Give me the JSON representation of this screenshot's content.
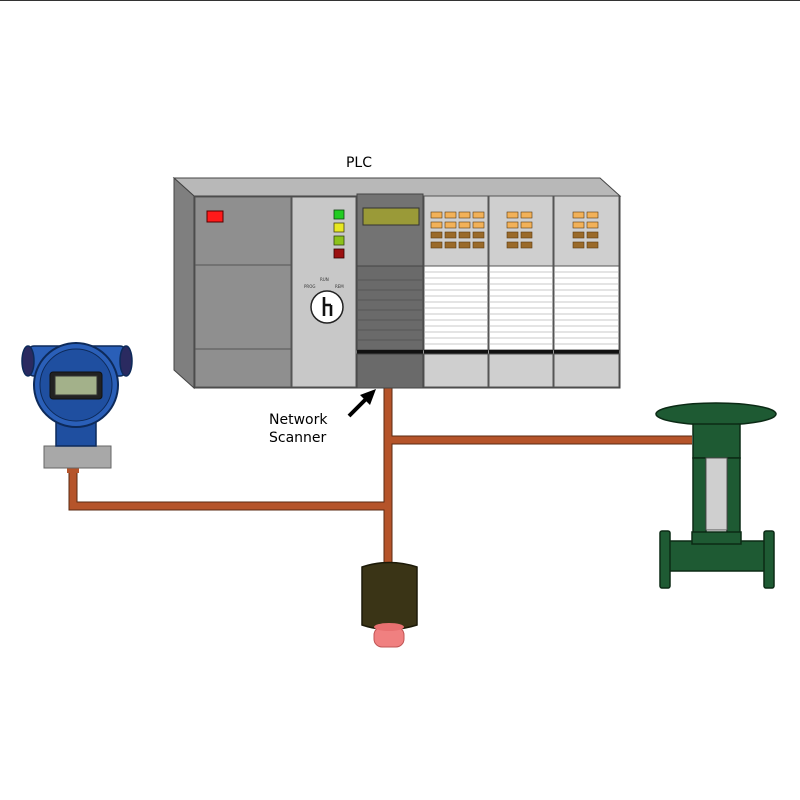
{
  "plc": {
    "title": "PLC",
    "key_switch_labels": [
      "RUN",
      "PROG",
      "REM"
    ]
  },
  "network_scanner": {
    "line1": "Network",
    "line2": "Scanner"
  },
  "colors": {
    "cable": "#b5542a",
    "chassis": "#9a9a9a",
    "transmitter_body": "#1f4fa0",
    "valve_body": "#1e5a33",
    "sensor_body": "#3a3416",
    "sensor_lens": "#f08080"
  }
}
